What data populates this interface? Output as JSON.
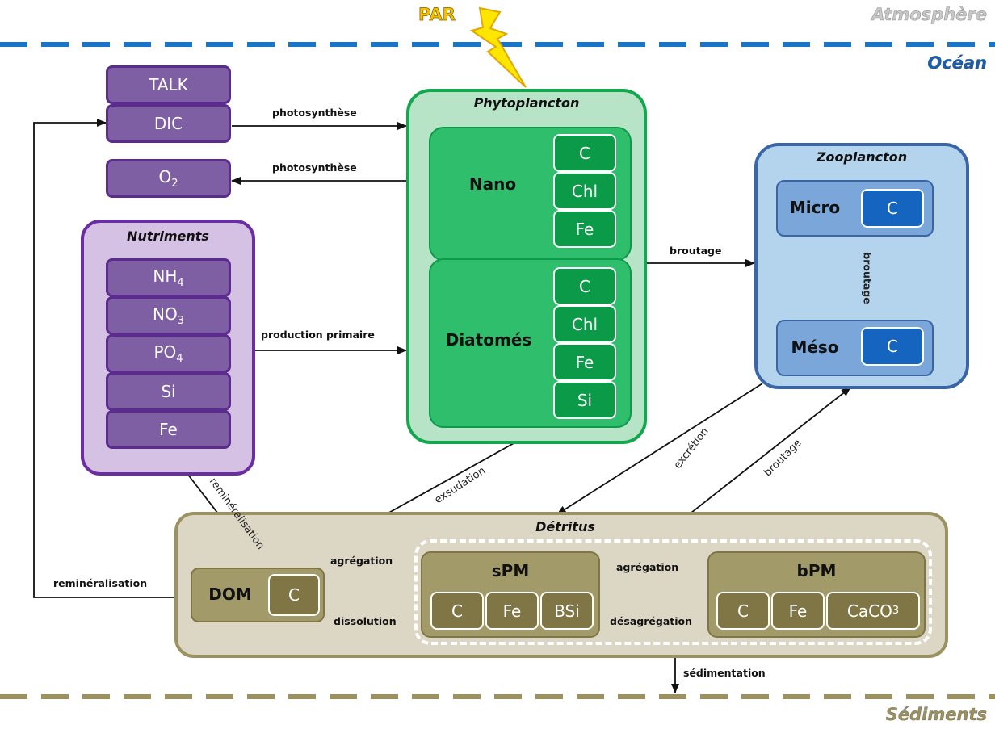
{
  "colors": {
    "purple": "#7f5fa3",
    "purple_border": "#5b2c8e",
    "nutri_bg": "#d4c1e4",
    "phyto_bg": "#b7e4c7",
    "phyto_inner": "#2fbf6c",
    "phyto_cell": "#0a9a48",
    "zoo_bg": "#b4d4ee",
    "zoo_inner": "#7aa6d9",
    "zoo_cell": "#1565c0",
    "det_bg": "#dcd6c4",
    "det_inner": "#a39a6a",
    "det_cell": "#7f7545",
    "ocean_dash": "#1a75c8",
    "sediment_dash": "#9c9160"
  },
  "zones": {
    "atmosphere": "Atmosphère",
    "ocean": "Océan",
    "sediments": "Sédiments",
    "par": "PAR"
  },
  "carbonate": {
    "talk": "TALK",
    "dic": "DIC",
    "o2": "O2"
  },
  "nutriments": {
    "title": "Nutriments",
    "items": [
      "NH4",
      "NO3",
      "PO4",
      "Si",
      "Fe"
    ]
  },
  "phytoplancton": {
    "title": "Phytoplancton",
    "nano": {
      "name": "Nano",
      "cells": [
        "C",
        "Chl",
        "Fe"
      ]
    },
    "diatomes": {
      "name": "Diatomés",
      "cells": [
        "C",
        "Chl",
        "Fe",
        "Si"
      ]
    }
  },
  "zooplancton": {
    "title": "Zooplancton",
    "micro": {
      "name": "Micro",
      "cell": "C"
    },
    "meso": {
      "name": "Méso",
      "cell": "C"
    },
    "inner_flow": "broutage"
  },
  "detritus": {
    "title": "Détritus",
    "dom": {
      "name": "DOM",
      "cell": "C"
    },
    "spm": {
      "name": "sPM",
      "cells": [
        "C",
        "Fe",
        "BSi"
      ]
    },
    "bpm": {
      "name": "bPM",
      "cells": [
        "C",
        "Fe",
        "CaCO3"
      ]
    }
  },
  "flows": {
    "photo_dic": "photosynthèse",
    "photo_o2": "photosynthèse",
    "prod_primaire": "production primaire",
    "broutage_phyto": "broutage",
    "exsudation": "exsudation",
    "excretion": "excrétion",
    "broutage_det": "broutage",
    "remin_nutri": "reminéralisation",
    "remin_dic": "reminéralisation",
    "agregation_dom": "agrégation",
    "dissolution": "dissolution",
    "agregation_pm": "agrégation",
    "desagregation": "désagrégation",
    "sedimentation": "sédimentation"
  }
}
